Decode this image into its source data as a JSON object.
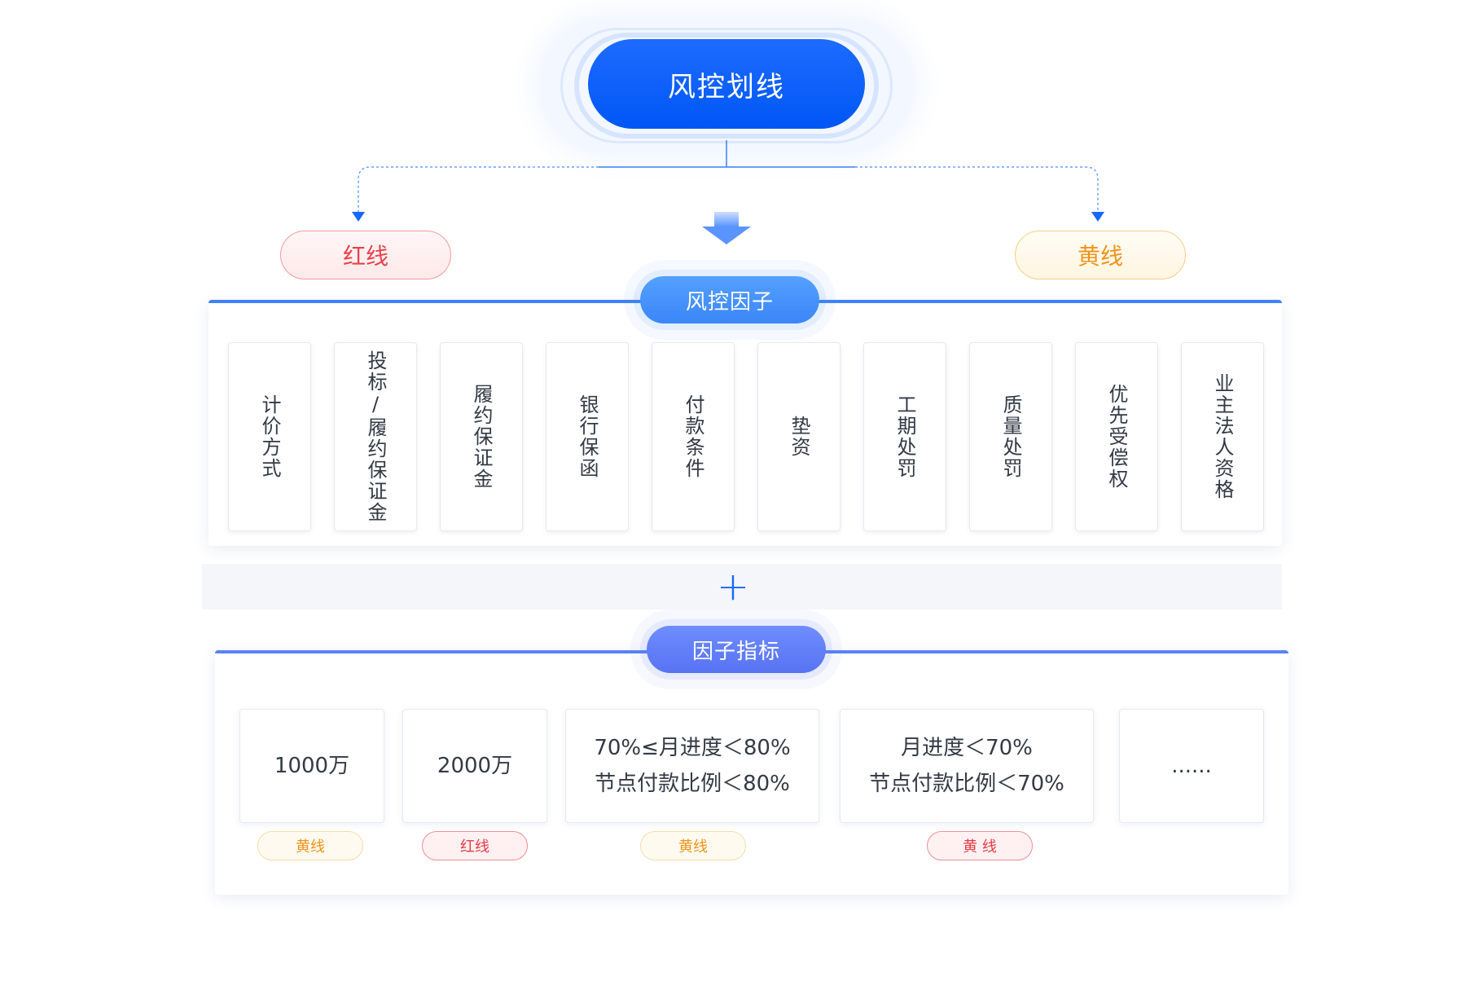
{
  "top": {
    "title": "风控划线"
  },
  "lines": {
    "red": "红线",
    "yellow": "黄线"
  },
  "factors": {
    "title": "风控因子",
    "items": [
      "计价方式",
      "投标/履约保证金",
      "履约保证金",
      "银行保函",
      "付款条件",
      "垫资",
      "工期处罚",
      "质量处罚",
      "优先受偿权",
      "业主法人资格"
    ]
  },
  "plus": "+",
  "indicators": {
    "title": "因子指标",
    "cards": [
      {
        "lines": [
          "1000万"
        ],
        "tag": "黄线",
        "tag_color": "yellow"
      },
      {
        "lines": [
          "2000万"
        ],
        "tag": "红线",
        "tag_color": "red"
      },
      {
        "lines": [
          "70%≤月进度＜80%",
          "节点付款比例＜80%"
        ],
        "tag": "黄线",
        "tag_color": "yellow"
      },
      {
        "lines": [
          "月进度＜70%",
          "节点付款比例＜70%"
        ],
        "tag": "黄 线",
        "tag_color": "red"
      },
      {
        "lines": [
          "......"
        ]
      }
    ]
  },
  "colors": {
    "primary": "#1668ff",
    "red": "#e8424b",
    "yellow": "#f0931a"
  }
}
